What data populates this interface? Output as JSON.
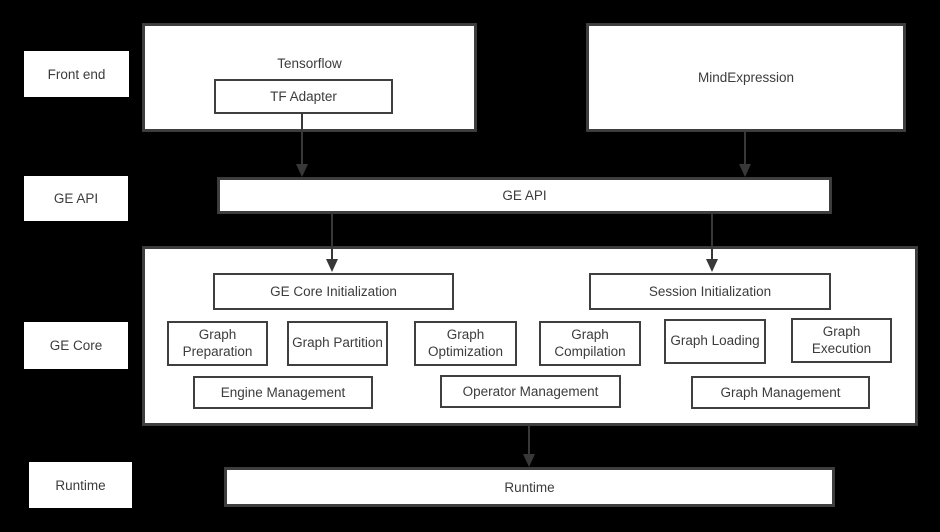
{
  "colors": {
    "background": "#000000",
    "box_fill": "#ffffff",
    "box_border": "#3f3f3f",
    "text": "#3c3c3c",
    "arrow": "#383838"
  },
  "side_labels": {
    "front_end": "Front end",
    "ge_api": "GE API",
    "ge_core": "GE Core",
    "runtime": "Runtime"
  },
  "front_end": {
    "tensorflow": {
      "title": "Tensorflow",
      "adapter": "TF Adapter"
    },
    "mindexpression": {
      "title": "MindExpression"
    }
  },
  "ge_api_bar": {
    "label": "GE API"
  },
  "ge_core": {
    "ge_core_initialization": "GE Core Initialization",
    "session_initialization": "Session Initialization",
    "modules": [
      "Graph Preparation",
      "Graph Partition",
      "Graph Optimization",
      "Graph Compilation",
      "Graph Loading",
      "Graph Execution"
    ],
    "management": [
      "Engine Management",
      "Operator Management",
      "Graph Management"
    ]
  },
  "runtime_bar": {
    "label": "Runtime"
  }
}
